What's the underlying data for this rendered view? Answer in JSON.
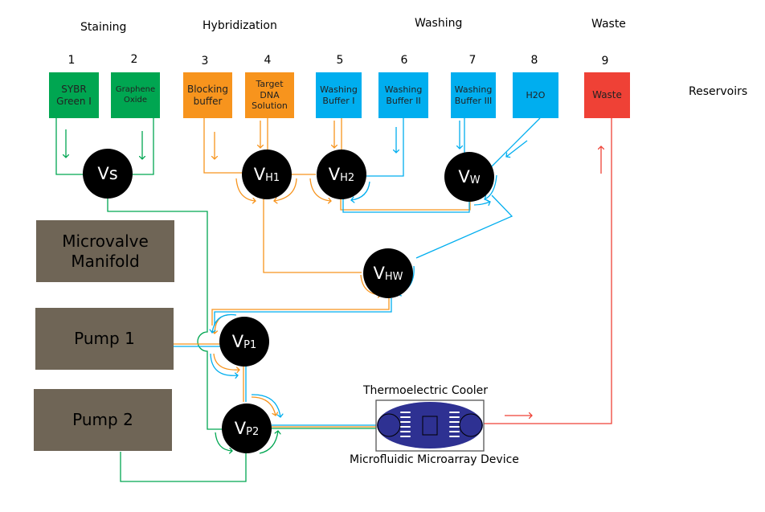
{
  "diagram": {
    "categories": [
      {
        "id": "staining",
        "label": "Staining"
      },
      {
        "id": "hybridization",
        "label": "Hybridization"
      },
      {
        "id": "washing",
        "label": "Washing"
      },
      {
        "id": "waste",
        "label": "Waste"
      }
    ],
    "row_label": "Reservoirs",
    "reservoirs": [
      {
        "num": "1",
        "label": "SYBR Green I",
        "group": "staining",
        "color": "#00a651"
      },
      {
        "num": "2",
        "label": "Graphene Oxide",
        "group": "staining",
        "color": "#00a651"
      },
      {
        "num": "3",
        "label": "Blocking buffer",
        "group": "hybridization",
        "color": "#f7941d"
      },
      {
        "num": "4",
        "label": "Target DNA Solution",
        "group": "hybridization",
        "color": "#f7941d"
      },
      {
        "num": "5",
        "label": "Washing Buffer I",
        "group": "washing",
        "color": "#00aeef"
      },
      {
        "num": "6",
        "label": "Washing Buffer II",
        "group": "washing",
        "color": "#00aeef"
      },
      {
        "num": "7",
        "label": "Washing Buffer III",
        "group": "washing",
        "color": "#00aeef"
      },
      {
        "num": "8",
        "label": "H2O",
        "group": "washing",
        "color": "#00aeef"
      },
      {
        "num": "9",
        "label": "Waste",
        "group": "waste",
        "color": "#ef4136"
      }
    ],
    "components": {
      "manifold": "Microvalve Manifold",
      "pump1": "Pump 1",
      "pump2": "Pump 2"
    },
    "valves": [
      {
        "id": "vs",
        "main": "Vs",
        "sub": ""
      },
      {
        "id": "vh1",
        "main": "V",
        "sub": "H1"
      },
      {
        "id": "vh2",
        "main": "V",
        "sub": "H2"
      },
      {
        "id": "vw",
        "main": "V",
        "sub": "W"
      },
      {
        "id": "vhw",
        "main": "V",
        "sub": "HW"
      },
      {
        "id": "vp1",
        "main": "V",
        "sub": "P1"
      },
      {
        "id": "vp2",
        "main": "V",
        "sub": "P2"
      }
    ],
    "device": {
      "top_label": "Thermoelectric Cooler",
      "bottom_label": "Microfluidic Microarray Device"
    },
    "colors": {
      "staining": "#00a651",
      "hybridization": "#f7941d",
      "washing": "#00aeef",
      "waste": "#ef4136",
      "component": "#6f6556",
      "device": "#2e3192"
    }
  }
}
